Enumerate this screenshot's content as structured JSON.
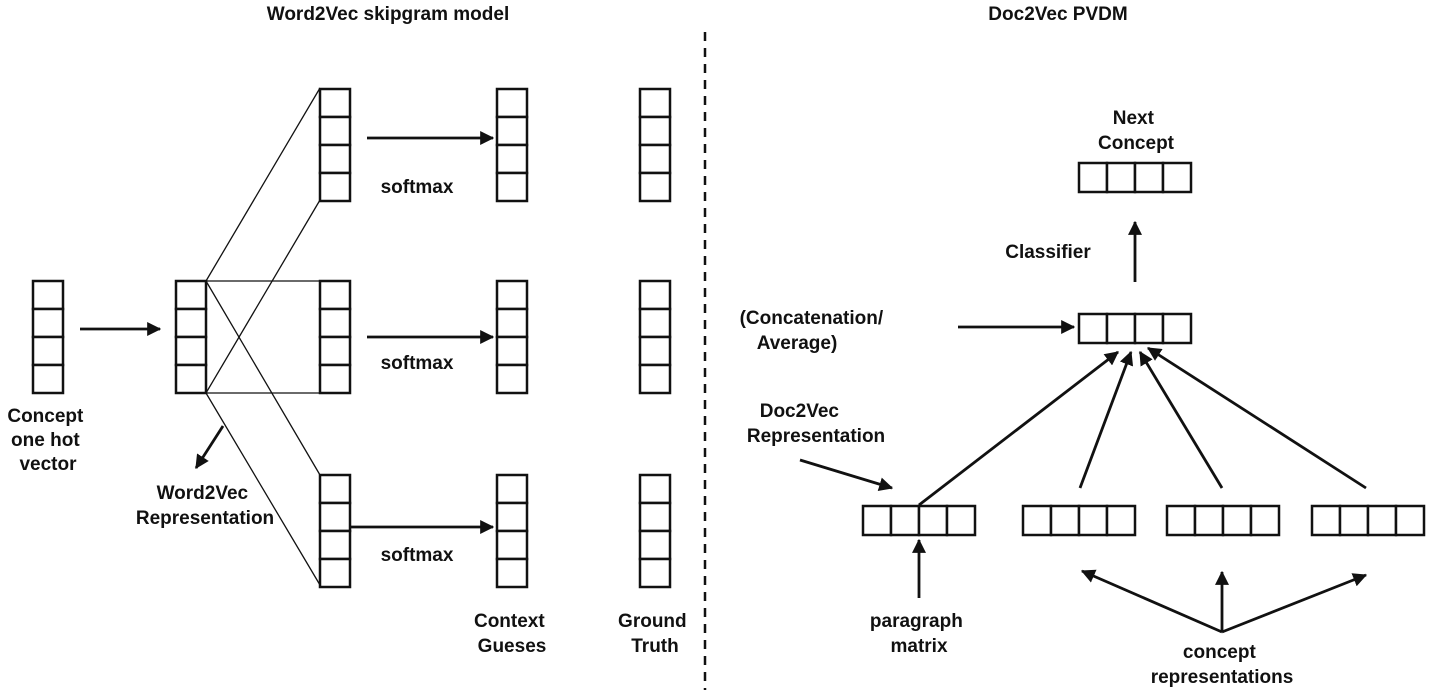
{
  "left_panel": {
    "title": "Word2Vec skipgram model",
    "input_label": [
      "Concept",
      "one hot",
      "vector"
    ],
    "embedding_label": [
      "Word2Vec",
      "Representation"
    ],
    "softmax_label": "softmax",
    "context_label": [
      "Context",
      "Gueses"
    ],
    "truth_label": [
      "Ground",
      "Truth"
    ]
  },
  "right_panel": {
    "title": "Doc2Vec PVDM",
    "output_label": [
      "Next",
      "Concept"
    ],
    "classifier_label": "Classifier",
    "combine_label": [
      "(Concatenation/",
      "Average)"
    ],
    "doc_label": [
      "Doc2Vec",
      "Representation"
    ],
    "paragraph_label": [
      "paragraph",
      "matrix"
    ],
    "concepts_label": [
      "concept",
      "representations"
    ]
  }
}
